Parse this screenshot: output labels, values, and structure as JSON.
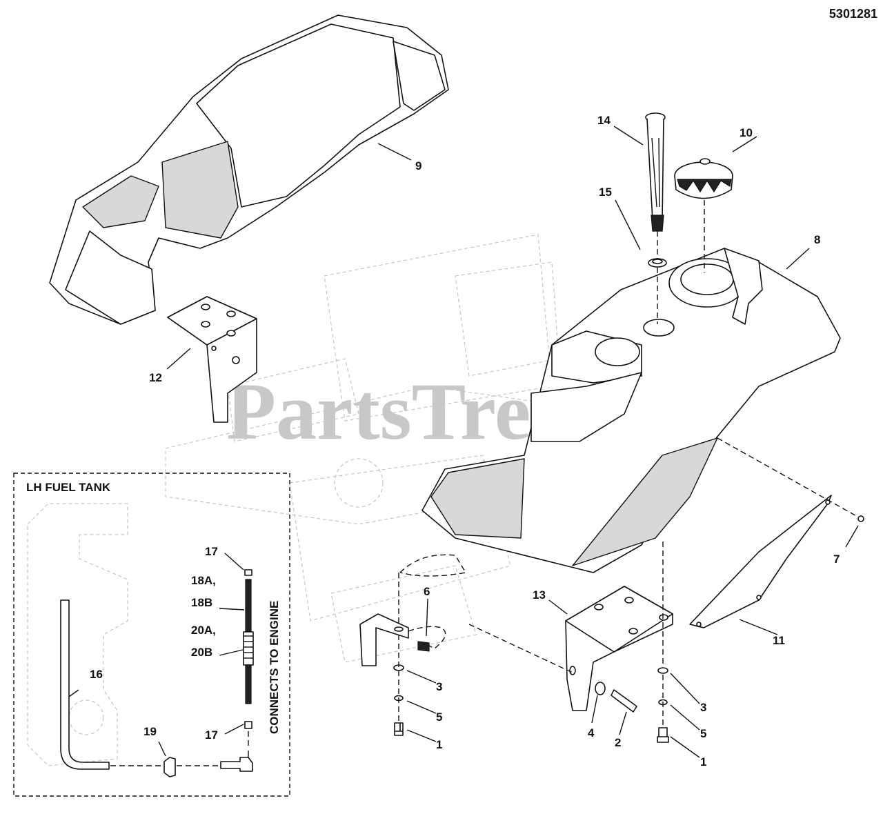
{
  "document_number": "5301281",
  "watermark": "PartsTree",
  "watermark_tm": "™",
  "inset": {
    "title": "LH FUEL TANK",
    "vertical_note": "CONNECTS TO ENGINE"
  },
  "callouts": {
    "c1a": "1",
    "c1b": "1",
    "c2": "2",
    "c3a": "3",
    "c3b": "3",
    "c4": "4",
    "c5a": "5",
    "c5b": "5",
    "c6": "6",
    "c7": "7",
    "c8": "8",
    "c9": "9",
    "c10": "10",
    "c11": "11",
    "c12": "12",
    "c13": "13",
    "c14": "14",
    "c15": "15",
    "c16": "16",
    "c17a": "17",
    "c17b": "17",
    "c18a": "18A,",
    "c18b": "18B",
    "c19": "19",
    "c20a": "20A,",
    "c20b": "20B"
  }
}
